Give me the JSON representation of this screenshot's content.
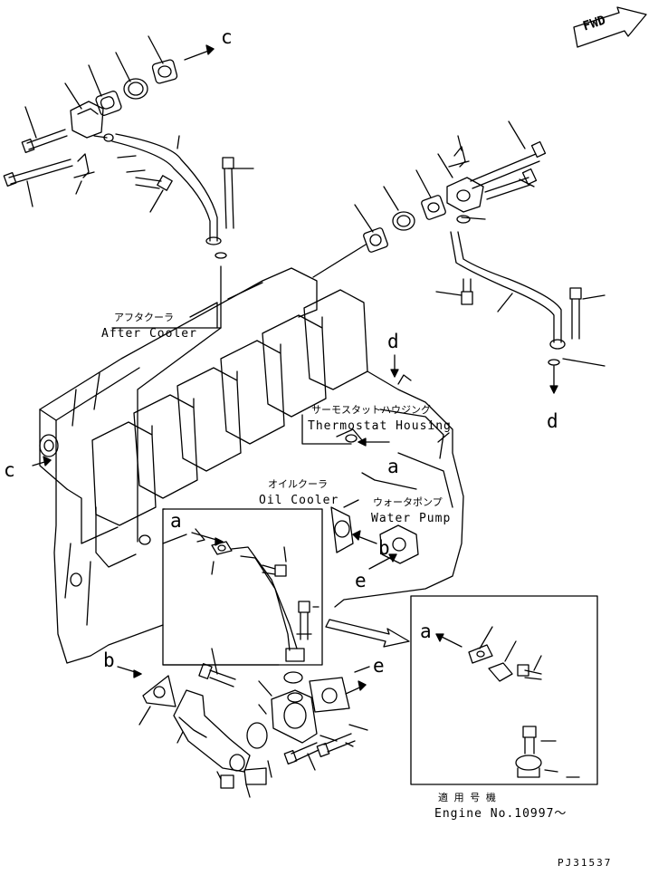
{
  "direction": {
    "label": "FWD"
  },
  "labels": {
    "after_cooler_jp": "アフタクーラ",
    "after_cooler_en": "After Cooler",
    "thermostat_jp": "サーモスタットハウジング",
    "thermostat_en": "Thermostat Housing",
    "oil_cooler_jp": "オイルクーラ",
    "oil_cooler_en": "Oil Cooler",
    "water_pump_jp": "ウォータポンプ",
    "water_pump_en": "Water Pump",
    "applicable_jp": "適 用 号 機",
    "applicable_en": "Engine No.10997～"
  },
  "refs": {
    "c_top": "c",
    "c_left": "c",
    "d_top": "d",
    "d_bottom": "d",
    "a_thermo": "a",
    "a_oil": "a",
    "a_detail": "a",
    "b_pump": "b",
    "b_lower": "b",
    "e_pump": "e",
    "e_lower": "e"
  },
  "drawing_code": "PJ31537"
}
